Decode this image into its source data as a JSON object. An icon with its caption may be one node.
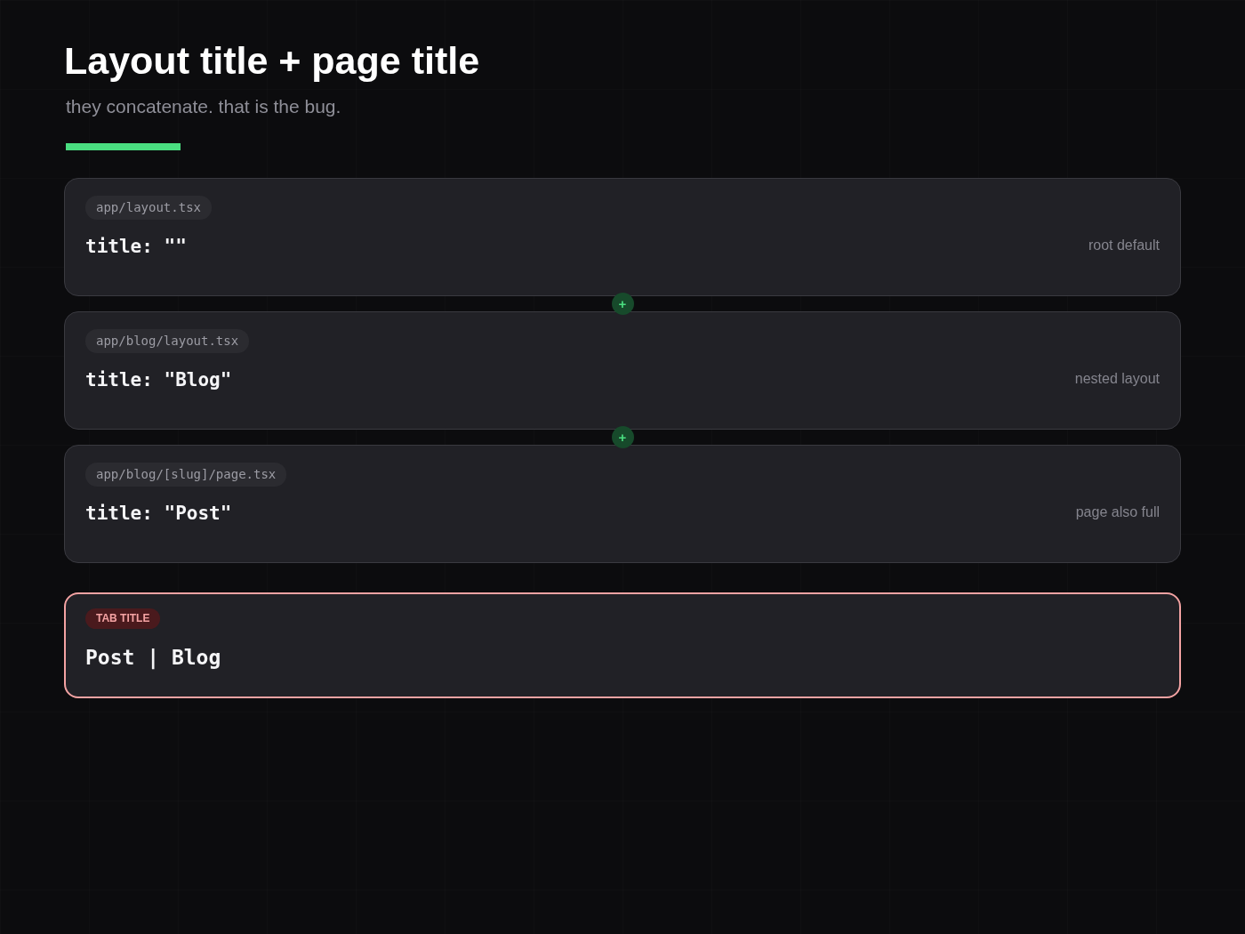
{
  "diagram": {
    "title": "Layout title + page title",
    "nodes": [
      {
        "text": [
          "title: \"\"",
          "root default"
        ]
      },
      {
        "text": [
          "app/layout.tsx"
        ],
        "in": 0
      },
      {
        "text": [
          "+"
        ]
      },
      {
        "text": [
          "title: \"Blog\"",
          "nested layout"
        ]
      },
      {
        "text": [
          "app/blog/layout.tsx"
        ],
        "in": 3
      },
      {
        "text": [
          "+"
        ]
      },
      {
        "text": [
          "title: \"Post\"",
          "page also full"
        ]
      },
      {
        "text": [
          "app/blog/[slug]/page.tsx"
        ],
        "in": 6
      },
      {
        "text": [
          "Post | Blog"
        ]
      },
      {
        "text": [
          "TAB TITLE"
        ],
        "in": 8
      }
    ],
    "labels": [
      "they concatenate. that is the bug."
    ]
  }
}
